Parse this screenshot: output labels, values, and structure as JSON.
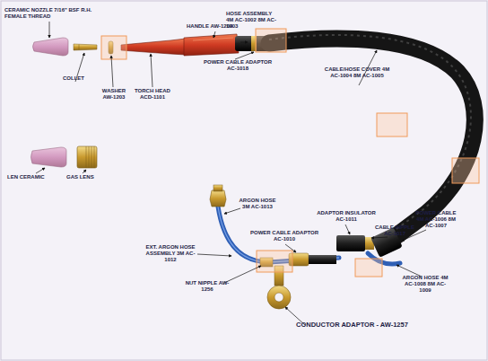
{
  "diagram": {
    "labels": [
      "CERAMIC NOZZLE 7/16\" BSF R.H. FEMALE THREAD",
      "COLLET",
      "WASHER AW-1203",
      "TORCH HEAD ACD-1101",
      "HANDLE AW-1204",
      "HOSE ASSEMBLY 4M AC-1002 8M AC-1003",
      "POWER CABLE ADAPTOR AC-1018",
      "CABLE/HOSE COVER 4M AC-1004 8M AC-1005",
      "LEN CERAMIC",
      "GAS LENS",
      "ARGON HOSE 3M AC-1013",
      "POWER CABLE ADAPTOR AC-1010",
      "ADAPTOR INSULATOR AC-1011",
      "CABLE NIPPLE AC-1017",
      "POWER CABLE 4M AC-1006 8M AC-1007",
      "EXT. ARGON HOSE ASSEMBLY 3M AC-1012",
      "NUT NIPPLE AW-1256",
      "ARGON HOSE 4M AC-1008 8M AC-1009",
      "CONDUCTOR ADAPTOR - AW-1257"
    ]
  }
}
